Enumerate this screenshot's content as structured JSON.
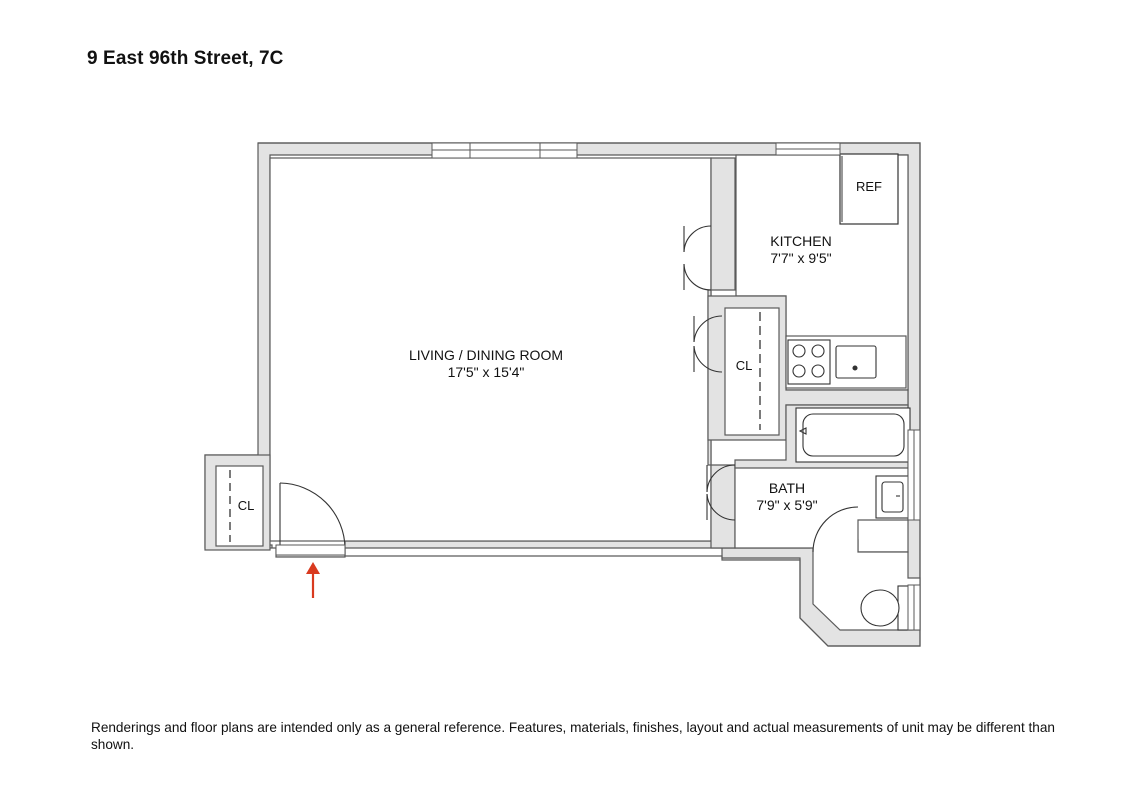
{
  "title": "9 East 96th Street, 7C",
  "rooms": {
    "living": {
      "name": "LIVING / DINING ROOM",
      "dims": "17'5\" x 15'4\""
    },
    "kitchen": {
      "name": "KITCHEN",
      "dims": "7'7\" x 9'5\""
    },
    "bath": {
      "name": "BATH",
      "dims": "7'9\" x 5'9\""
    }
  },
  "labels": {
    "ref": "REF",
    "closet": "CL"
  },
  "colors": {
    "wall_fill": "#e3e3e3",
    "wall_stroke": "#5a5a5a",
    "entry_arrow": "#d93a1f"
  },
  "disclaimer": "Renderings and floor plans are intended only as a general reference. Features, materials, finishes, layout and actual measurements of unit may be different than shown."
}
